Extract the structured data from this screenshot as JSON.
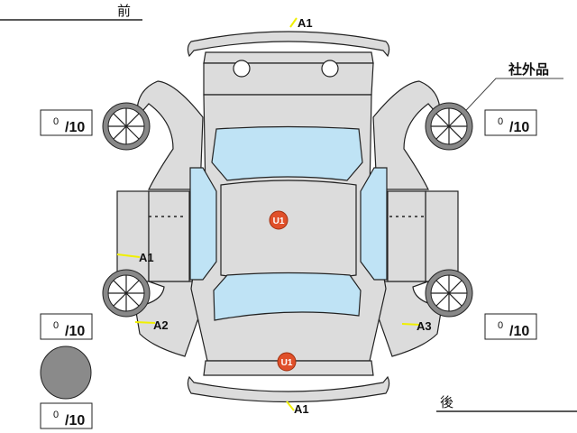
{
  "direction": {
    "front": "前",
    "rear": "後"
  },
  "annotation": {
    "aftermarket": "社外品"
  },
  "scores": [
    {
      "position": "front-left-tire",
      "value": "0",
      "max": "/10"
    },
    {
      "position": "front-right-tire",
      "value": "0",
      "max": "/10"
    },
    {
      "position": "rear-left-tire",
      "value": "0",
      "max": "/10"
    },
    {
      "position": "rear-right-tire",
      "value": "0",
      "max": "/10"
    },
    {
      "position": "spare-tire",
      "value": "0",
      "max": "/10"
    }
  ],
  "damage_marks": [
    {
      "location": "front-bumper",
      "code": "A1"
    },
    {
      "location": "left-rocker",
      "code": "A1"
    },
    {
      "location": "left-rear-fender",
      "code": "A2"
    },
    {
      "location": "right-rear-fender",
      "code": "A3"
    },
    {
      "location": "rear-bumper",
      "code": "A1"
    },
    {
      "location": "roof",
      "code": "U1"
    },
    {
      "location": "trunk",
      "code": "U1"
    }
  ],
  "colors": {
    "body": "#dcdcdc",
    "glass": "#bfe3f5",
    "marker": "#e0502a",
    "damage_line": "#f0f000",
    "spare": "#8a8a8a"
  }
}
